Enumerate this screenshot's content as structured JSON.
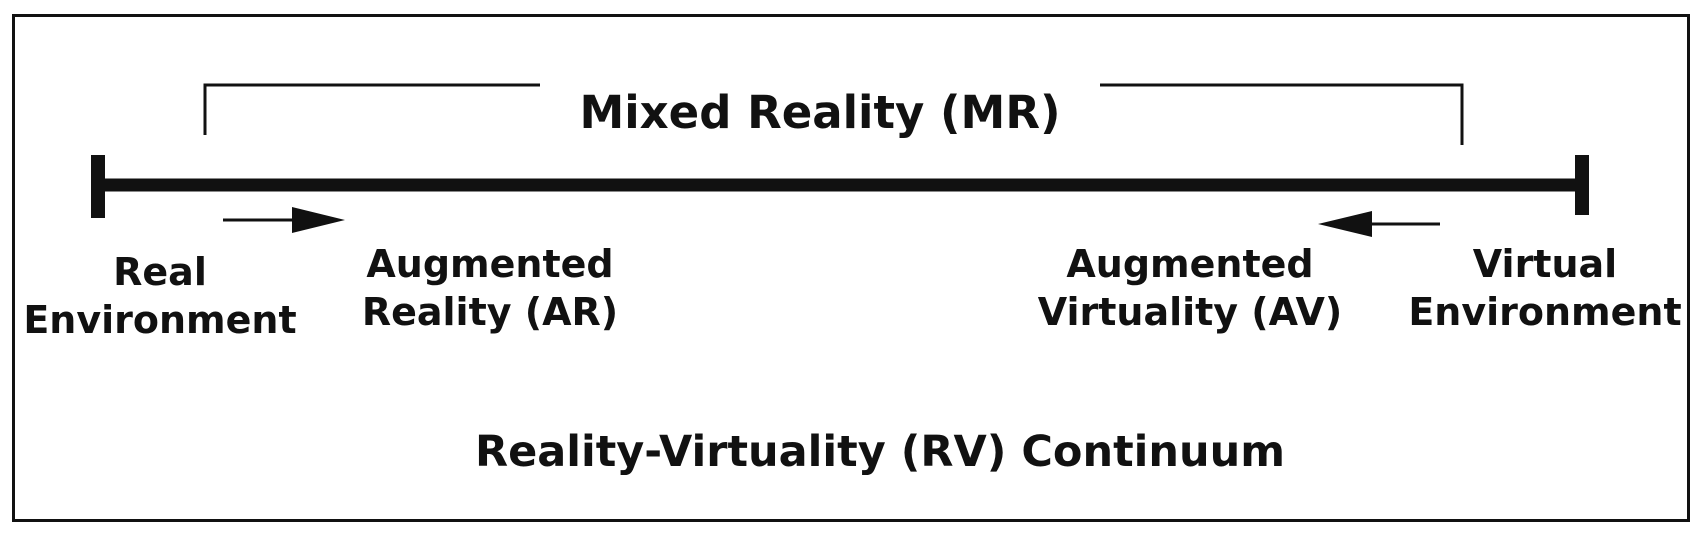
{
  "diagram": {
    "mixed_reality_label": "Mixed Reality (MR)",
    "endpoints": {
      "real": "Real\nEnvironment",
      "virtual": "Virtual\nEnvironment"
    },
    "intermediate": {
      "augmented_reality": "Augmented\nReality (AR)",
      "augmented_virtuality": "Augmented\nVirtuality (AV)"
    },
    "continuum_label": "Reality-Virtuality (RV) Continuum",
    "colors": {
      "ink": "#111111",
      "background": "#ffffff"
    }
  }
}
